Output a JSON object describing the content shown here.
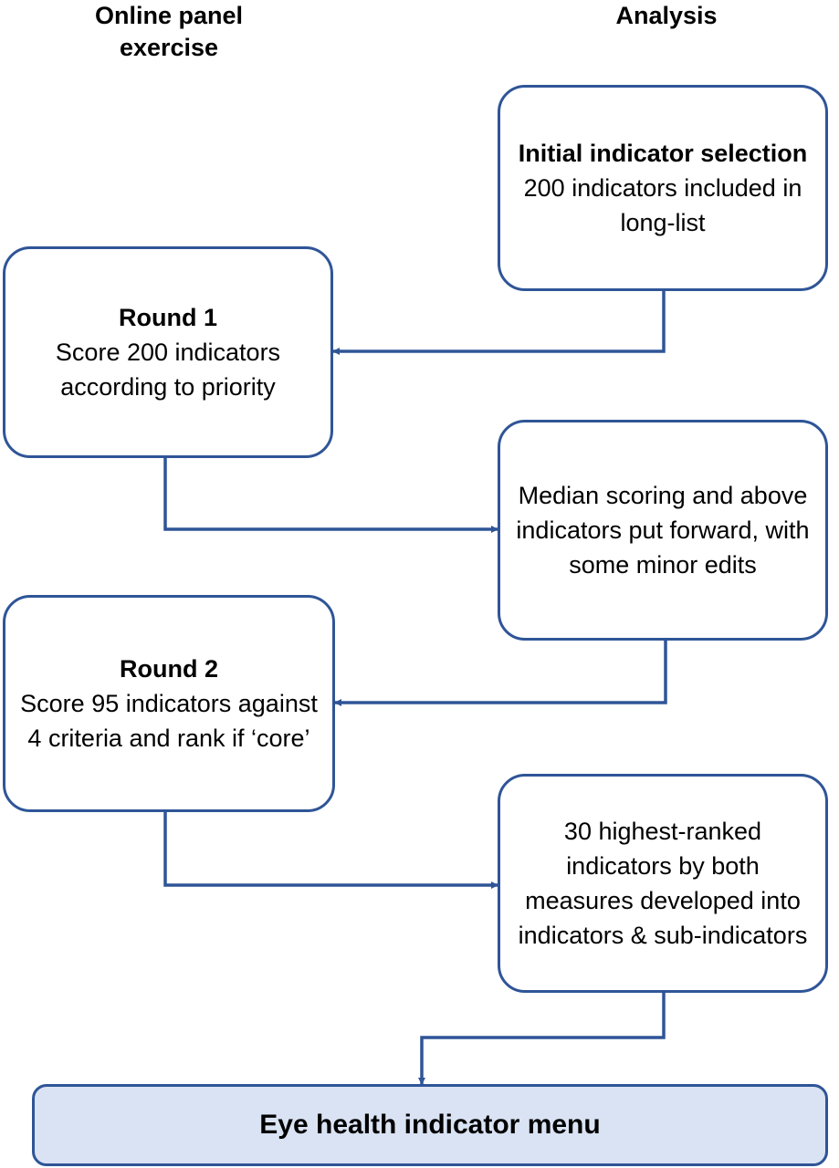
{
  "headers": {
    "left": "Online panel exercise",
    "right": "Analysis"
  },
  "boxes": {
    "initial": {
      "title": "Initial indicator selection",
      "body": "200 indicators included in long-list"
    },
    "round1": {
      "title": "Round 1",
      "body": "Score 200 indicators according to priority"
    },
    "median": {
      "title": "",
      "body": "Median scoring and above indicators put forward, with some minor edits"
    },
    "round2": {
      "title": "Round 2",
      "body": "Score 95 indicators against 4 criteria and rank if ‘core’"
    },
    "highest": {
      "title": "",
      "body": "30 highest-ranked indicators by both measures developed into indicators & sub-indicators"
    },
    "final": {
      "title": "Eye health indicator menu"
    }
  },
  "colors": {
    "stroke": "#2f5597",
    "final_fill": "#dae3f3"
  }
}
